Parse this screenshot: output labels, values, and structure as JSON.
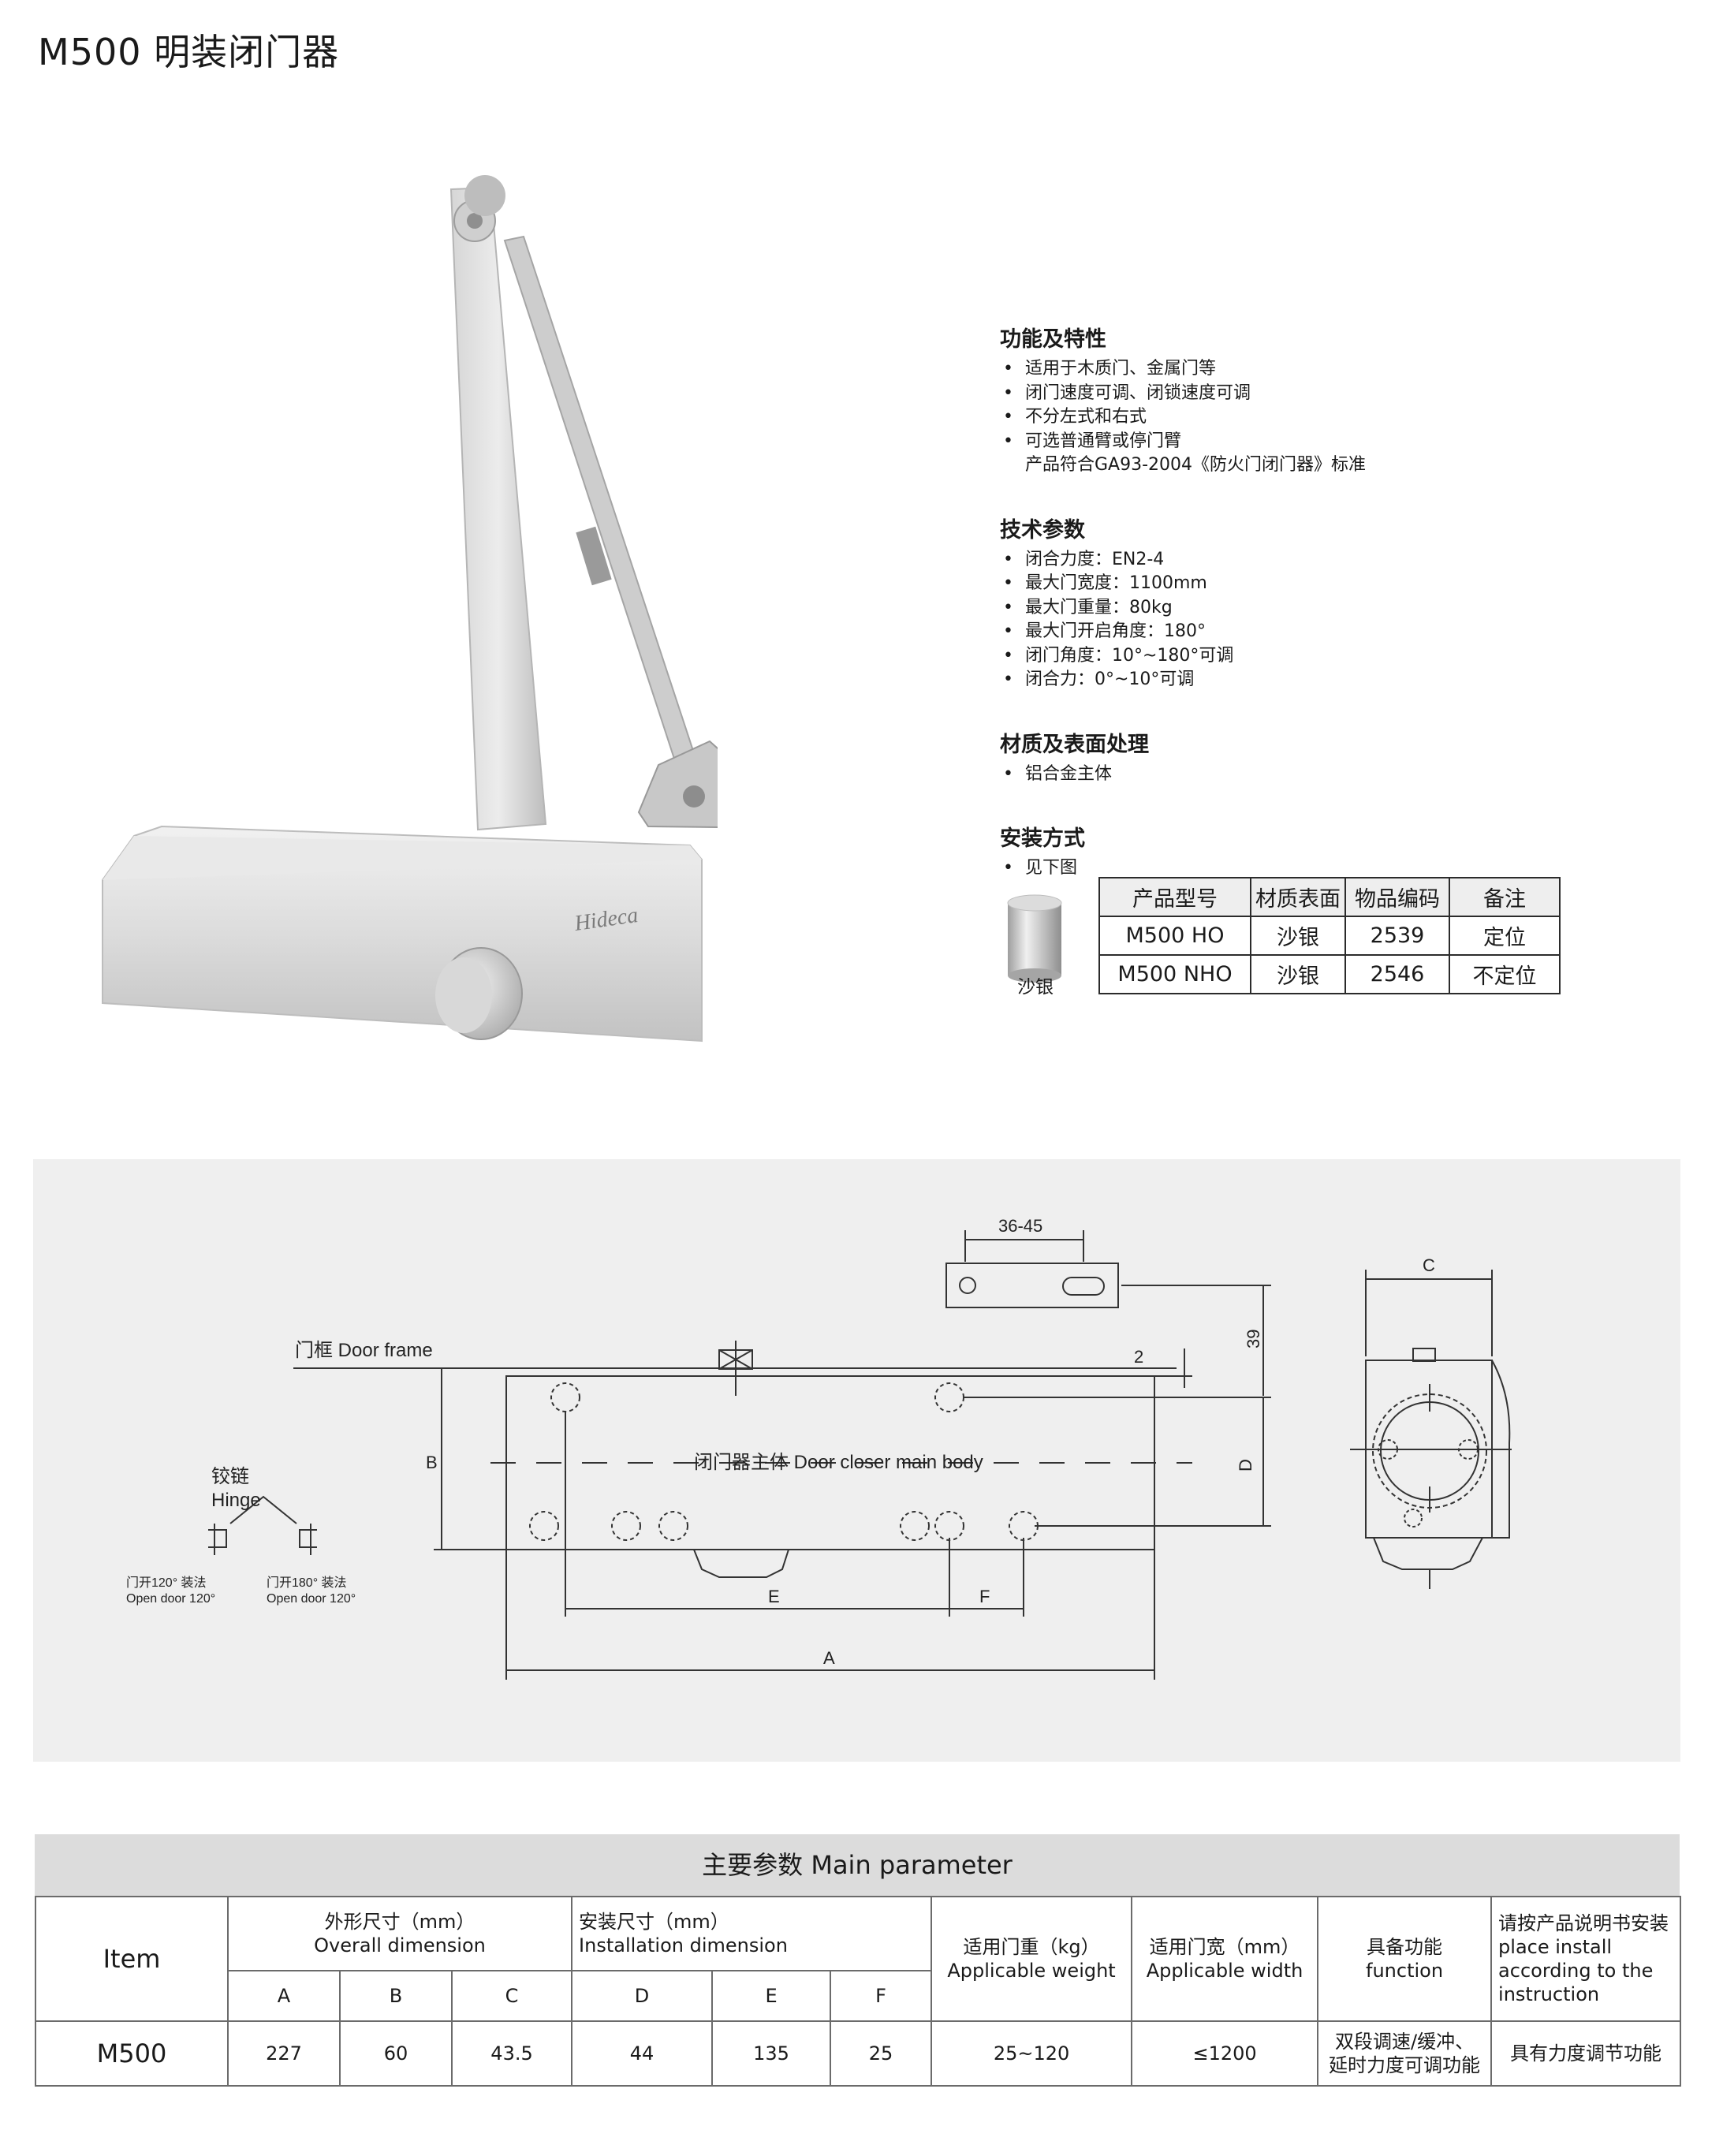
{
  "page_title": "M500 明装闭门器",
  "brand_mark": "Hideca",
  "features": {
    "sections": [
      {
        "heading": "功能及特性",
        "items": [
          "适用于木质门、金属门等",
          "闭门速度可调、闭锁速度可调",
          "不分左式和右式",
          "可选普通臂或停门臂"
        ],
        "note": "产品符合GA93-2004《防火门闭门器》标准"
      },
      {
        "heading": "技术参数",
        "items": [
          "闭合力度：EN2-4",
          "最大门宽度：1100mm",
          "最大门重量：80kg",
          "最大门开启角度：180°",
          "闭门角度：10°~180°可调",
          "闭合力：0°~10°可调"
        ]
      },
      {
        "heading": "材质及表面处理",
        "items": [
          "铝合金主体"
        ]
      },
      {
        "heading": "安装方式",
        "items": [
          "见下图"
        ]
      }
    ],
    "bullet": "•"
  },
  "finish": {
    "label": "沙银",
    "color": "#c9c9c9"
  },
  "code_table": {
    "headers": [
      "产品型号",
      "材质表面",
      "物品编码",
      "备注"
    ],
    "rows": [
      [
        "M500 HO",
        "沙银",
        "2539",
        "定位"
      ],
      [
        "M500 NHO",
        "沙银",
        "2546",
        "不定位"
      ]
    ]
  },
  "drawing": {
    "door_frame": "门框 Door frame",
    "main_body": "闭门器主体 Door closer main body",
    "hinge_cn": "铰链",
    "hinge_en": "Hinge",
    "open120_cn": "门开120° 装法",
    "open120_en": "Open door 120°",
    "open180_cn": "门开180° 装法",
    "open180_en": "Open door 120°",
    "dim_bracket": "36-45",
    "dim_39": "39",
    "dim_2": "2",
    "dim_A": "A",
    "dim_B": "B",
    "dim_C": "C",
    "dim_D": "D",
    "dim_E": "E",
    "dim_F": "F"
  },
  "param": {
    "title": "主要参数 Main parameter",
    "item_label": "Item",
    "overall_cn": "外形尺寸（mm）",
    "overall_en": "Overall dimension",
    "install_cn": "安装尺寸（mm）",
    "install_en": "Installation dimension",
    "weight_cn": "适用门重（kg）",
    "weight_en": "Applicable weight",
    "width_cn": "适用门宽（mm）",
    "width_en": "Applicable width",
    "function_cn": "具备功能",
    "function_en": "function",
    "note_cn": "请按产品说明书安装",
    "note_en1": "place install",
    "note_en2": "according to the",
    "note_en3": "instruction",
    "dims": [
      "A",
      "B",
      "C",
      "D",
      "E",
      "F"
    ],
    "row": {
      "item": "M500",
      "A": "227",
      "B": "60",
      "C": "43.5",
      "D": "44",
      "E": "135",
      "F": "25",
      "weight": "25~120",
      "width": "≤1200",
      "function_line1": "双段调速/缓冲、",
      "function_line2": "延时力度可调功能",
      "note": "具有力度调节功能"
    }
  }
}
